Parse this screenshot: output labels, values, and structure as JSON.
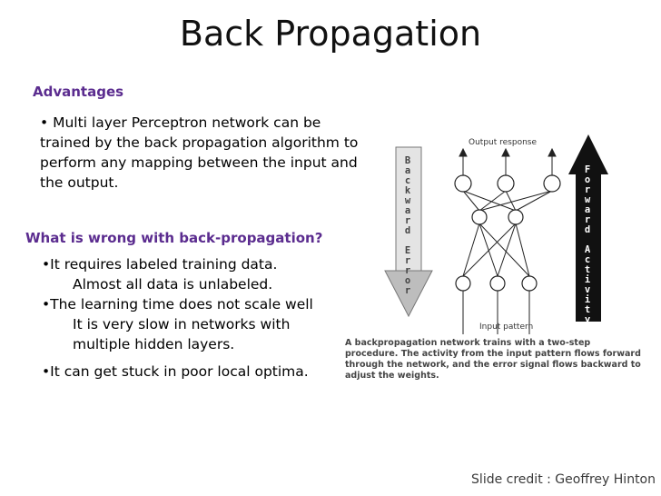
{
  "title": "Back Propagation",
  "advantages": {
    "heading": "Advantages",
    "text": "• Multi layer Perceptron network can be trained by the back propagation algorithm to perform any mapping between the input and the output."
  },
  "wrong": {
    "heading": "What is wrong with back-propagation?",
    "b1": "•It requires labeled training data.",
    "b1_sub": "Almost all data is unlabeled.",
    "b2": "•The learning time does not scale well",
    "b2_sub1": "It is very slow in networks with",
    "b2_sub2": "multiple hidden layers.",
    "b3": "•It can get stuck in poor local optima."
  },
  "figure": {
    "output_label": "Output response",
    "input_label": "Input pattern",
    "backward_word": "Backward Error",
    "forward_word": "Forward Activity",
    "caption": "A backpropagation network trains with a two-step procedure. The activity from the input pattern flows forward through the network, and the error signal flows backward to adjust the weights."
  },
  "credit": "Slide credit : Geoffrey Hinton"
}
